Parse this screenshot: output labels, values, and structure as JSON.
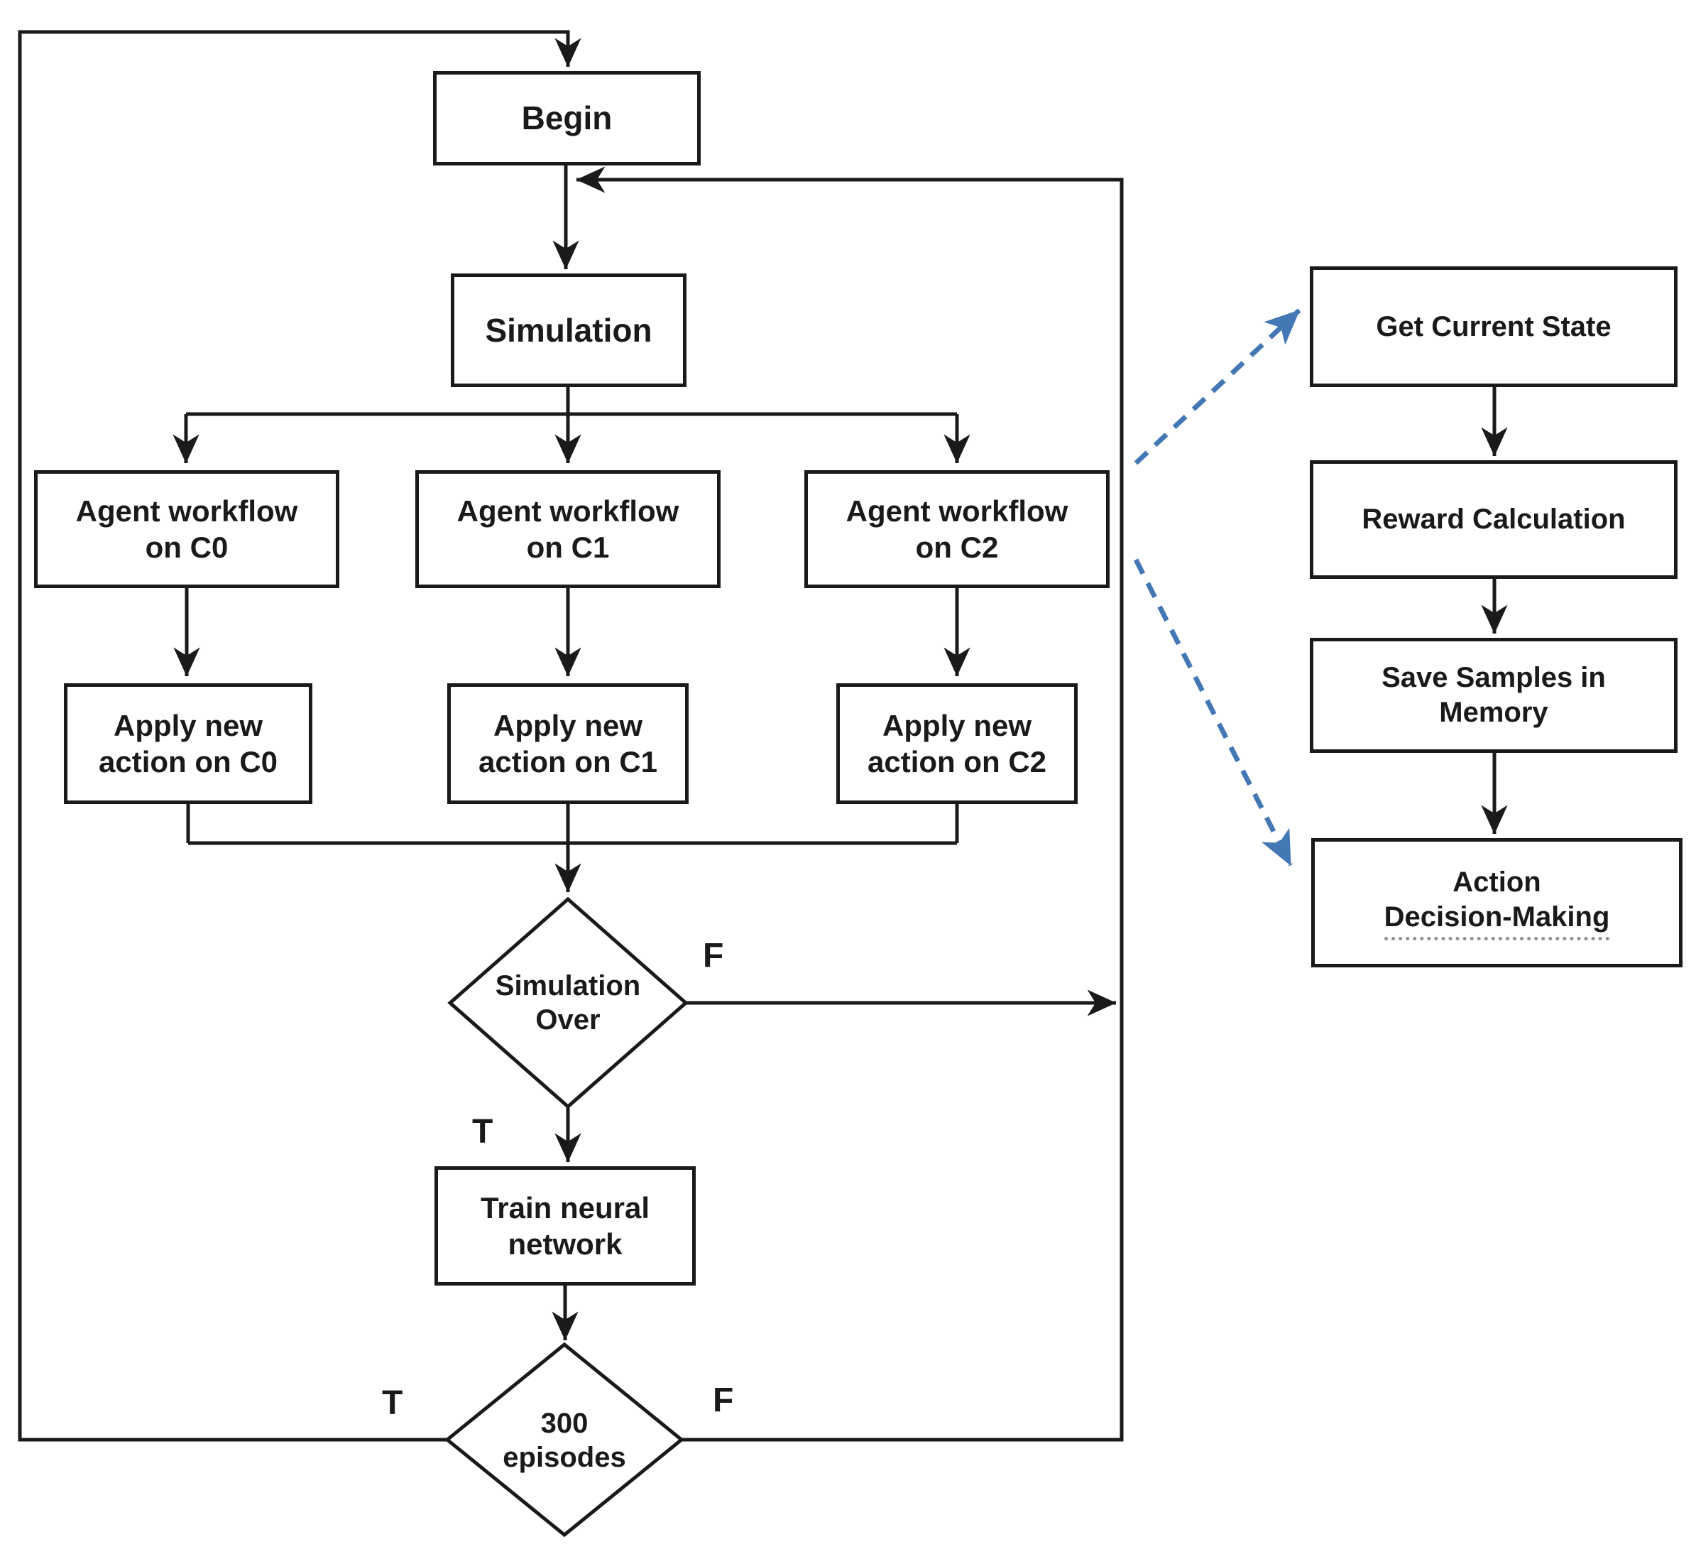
{
  "colors": {
    "line": "#1a1a1a",
    "dashed_arrow": "#4478b5",
    "background": "#ffffff"
  },
  "main_flow": {
    "begin": "Begin",
    "simulation": "Simulation",
    "agent_workflows": [
      "Agent workflow\non C0",
      "Agent workflow\non C1",
      "Agent workflow\non C2"
    ],
    "apply_actions": [
      "Apply new\naction on C0",
      "Apply new\naction on C1",
      "Apply new\naction on C2"
    ],
    "decision_simulation_over": "Simulation\nOver",
    "train_network": "Train neural\nnetwork",
    "decision_episodes": "300\nepisodes",
    "labels": {
      "sim_over_false": "F",
      "sim_over_true": "T",
      "episodes_true": "T",
      "episodes_false": "F"
    }
  },
  "sub_flow": {
    "get_current_state": "Get Current State",
    "reward_calculation": "Reward Calculation",
    "save_samples": "Save Samples in\nMemory",
    "action_decision_line1": "Action",
    "action_decision_line2": "Decision-Making"
  }
}
